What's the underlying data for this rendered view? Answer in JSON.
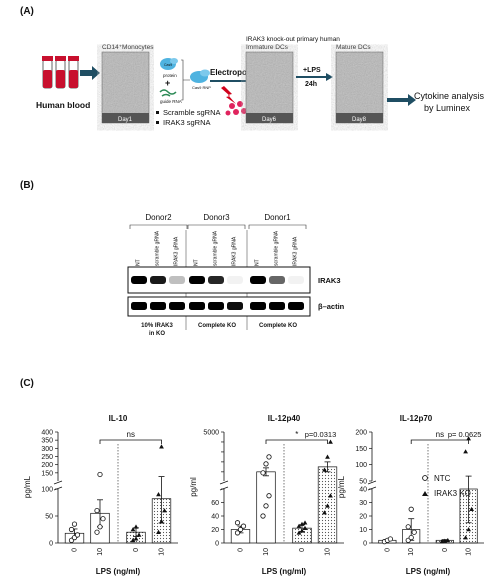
{
  "panels": {
    "a_label": "(A)",
    "b_label": "(B)",
    "c_label": "(C)"
  },
  "workflow": {
    "human_blood": "Human blood",
    "monocytes_header": "CD14⁺Monocytes",
    "day1": "Day1",
    "cas9_protein": "Cas9",
    "protein": "protein",
    "plus": "+",
    "guide_rna": "guide RNA",
    "cas9_rnp": "Cas9 RNP",
    "electroporation": "Electroporation",
    "scramble_sgrna": "Scramble sgRNA",
    "irak3_sgrna": "IRAK3 sgRNA",
    "ko_header_1": "IRAK3 knock-out primary human",
    "ko_header_2": "Immature DCs",
    "day6": "Day6",
    "lps": "+LPS",
    "lps_time": "24h",
    "mature_dcs": "Mature DCs",
    "day8": "Day8",
    "cytokine_1": "Cytokine analysis",
    "cytokine_2": "by Luminex"
  },
  "western": {
    "donors": [
      "Donor2",
      "Donor3",
      "Donor1"
    ],
    "lanes": [
      "NT",
      "scramble gRNA",
      "IRAK3 gRNA"
    ],
    "band_label_1": "IRAK3",
    "band_label_2": "β–actin",
    "ko_notes": [
      "10% IRAK3",
      "in KO",
      "Complete KO",
      "Complete KO"
    ],
    "irak3_intensity": [
      [
        1.0,
        0.9,
        0.25
      ],
      [
        1.0,
        0.85,
        0.05
      ],
      [
        1.0,
        0.6,
        0.05
      ]
    ],
    "actin_intensity": [
      [
        1.0,
        1.0,
        1.0
      ],
      [
        1.0,
        1.0,
        0.95
      ],
      [
        1.0,
        1.0,
        1.0
      ]
    ]
  },
  "legend": {
    "ntc": "NTC",
    "ko": "IRAK3 KO"
  },
  "chart_data": [
    {
      "type": "bar",
      "title": "IL-10",
      "ylabel": "pg/mL",
      "xlabel": "LPS (ng/ml)",
      "categories": [
        "0",
        "10",
        "0",
        "10"
      ],
      "groups": [
        "NTC",
        "NTC",
        "IRAK3 KO",
        "IRAK3 KO"
      ],
      "values": [
        18,
        55,
        20,
        82
      ],
      "errors": [
        8,
        25,
        8,
        45
      ],
      "points": [
        [
          5,
          10,
          15,
          25,
          35
        ],
        [
          20,
          30,
          45,
          60,
          140
        ],
        [
          5,
          8,
          15,
          25,
          30
        ],
        [
          20,
          40,
          60,
          90,
          310
        ]
      ],
      "broken_axis": true,
      "lower_range": [
        0,
        100
      ],
      "upper_range": [
        100,
        400
      ],
      "lower_ticks": [
        0,
        50,
        100
      ],
      "upper_ticks": [
        150,
        200,
        250,
        300,
        350,
        400
      ],
      "annotation": "ns",
      "pvalue": ""
    },
    {
      "type": "bar",
      "title": "IL-12p40",
      "ylabel": "pg/ml",
      "xlabel": "LPS (ng/ml)",
      "categories": [
        "0",
        "10",
        "0",
        "10"
      ],
      "groups": [
        "NTC",
        "NTC",
        "IRAK3 KO",
        "IRAK3 KO"
      ],
      "values": [
        20,
        1000,
        22,
        1500
      ],
      "errors": [
        5,
        400,
        5,
        500
      ],
      "points": [
        [
          15,
          20,
          25,
          30
        ],
        [
          40,
          55,
          70,
          900,
          1800,
          2500
        ],
        [
          15,
          18,
          22,
          25,
          28,
          30
        ],
        [
          45,
          55,
          70,
          1200,
          2500,
          4000
        ]
      ],
      "broken_axis": true,
      "lower_range": [
        0,
        80
      ],
      "upper_range": [
        80,
        5000
      ],
      "lower_ticks": [
        0,
        20,
        40,
        60,
        80
      ],
      "upper_ticks": [
        1000,
        2000,
        3000,
        4000,
        5000
      ],
      "lower_tick_labels": [
        0,
        20,
        40,
        60
      ],
      "upper_tick_labels": [
        5000
      ],
      "annotation": "*",
      "pvalue": "p=0.0313"
    },
    {
      "type": "bar",
      "title": "IL-12p70",
      "ylabel": "pg/mL",
      "xlabel": "LPS (ng/ml)",
      "categories": [
        "0",
        "10",
        "0",
        "10"
      ],
      "groups": [
        "NTC",
        "NTC",
        "IRAK3 KO",
        "IRAK3 KO"
      ],
      "values": [
        2,
        10,
        2,
        40
      ],
      "errors": [
        0.5,
        8,
        0.5,
        25
      ],
      "points": [
        [
          1,
          2,
          3
        ],
        [
          2,
          4,
          8,
          12,
          25
        ],
        [
          1,
          1.5,
          2
        ],
        [
          4,
          10,
          25,
          140,
          180
        ]
      ],
      "broken_axis": true,
      "lower_range": [
        0,
        40
      ],
      "upper_range": [
        50,
        200
      ],
      "lower_ticks": [
        0,
        10,
        20,
        30,
        40
      ],
      "upper_ticks": [
        50,
        100,
        150,
        200
      ],
      "annotation": "ns",
      "pvalue": "p= 0.0625"
    }
  ]
}
